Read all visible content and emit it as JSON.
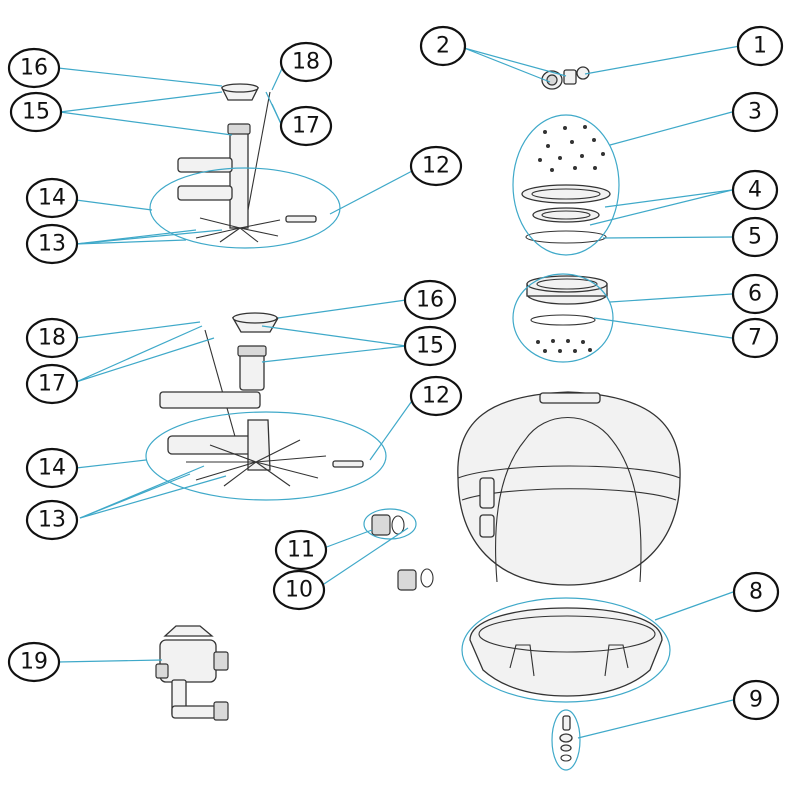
{
  "callouts": [
    {
      "id": "c1",
      "label": "1"
    },
    {
      "id": "c2",
      "label": "2"
    },
    {
      "id": "c3",
      "label": "3"
    },
    {
      "id": "c4",
      "label": "4"
    },
    {
      "id": "c5",
      "label": "5"
    },
    {
      "id": "c6",
      "label": "6"
    },
    {
      "id": "c7",
      "label": "7"
    },
    {
      "id": "c8",
      "label": "8"
    },
    {
      "id": "c9",
      "label": "9"
    },
    {
      "id": "c10",
      "label": "10"
    },
    {
      "id": "c11",
      "label": "11"
    },
    {
      "id": "c12a",
      "label": "12"
    },
    {
      "id": "c12b",
      "label": "12"
    },
    {
      "id": "c13a",
      "label": "13"
    },
    {
      "id": "c13b",
      "label": "13"
    },
    {
      "id": "c14a",
      "label": "14"
    },
    {
      "id": "c14b",
      "label": "14"
    },
    {
      "id": "c15a",
      "label": "15"
    },
    {
      "id": "c15b",
      "label": "15"
    },
    {
      "id": "c16a",
      "label": "16"
    },
    {
      "id": "c16b",
      "label": "16"
    },
    {
      "id": "c17a",
      "label": "17"
    },
    {
      "id": "c17b",
      "label": "17"
    },
    {
      "id": "c18a",
      "label": "18"
    },
    {
      "id": "c18b",
      "label": "18"
    },
    {
      "id": "c19",
      "label": "19"
    }
  ],
  "colors": {
    "leader": "#3fa9c9",
    "outline": "#111111",
    "part_fill": "#f2f2f2"
  }
}
